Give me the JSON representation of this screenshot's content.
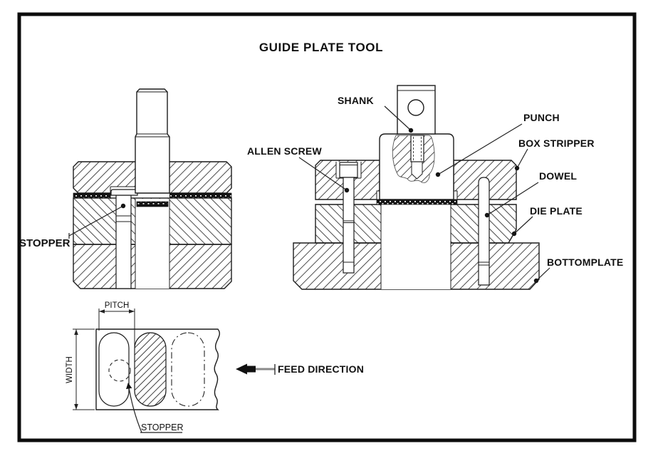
{
  "title": "GUIDE PLATE TOOL",
  "labels": {
    "shank": "SHANK",
    "allen_screw": "ALLEN SCREW",
    "punch": "PUNCH",
    "box_stripper": "BOX STRIPPER",
    "dowel": "DOWEL",
    "die_plate": "DIE PLATE",
    "bottom_plate": "BOTTOMPLATE",
    "stopper_side_view": "STOPPER",
    "stopper_strip_view": "STOPPER",
    "pitch": "PITCH",
    "width": "WIDTH",
    "feed_direction": "FEED DIRECTION"
  },
  "colors": {
    "line": "#1c1c1c",
    "hatch": "#4a4a4a",
    "background": "#ffffff",
    "frame_border": "#0c0c0c",
    "strip_band": "#141414",
    "feed_arrow_shaft": "#8a8a8a"
  }
}
